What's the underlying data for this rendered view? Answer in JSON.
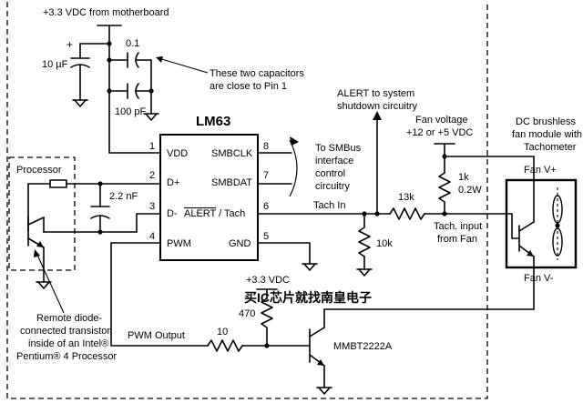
{
  "supply": {
    "motherboard_supply": "+3.3 VDC from motherboard",
    "pwm_pullup_supply": "+3.3 VDC",
    "fan_voltage": "Fan voltage",
    "fan_voltage_values": "+12 or +5 VDC"
  },
  "components": {
    "c_bulk": "10 µF",
    "c_bulk_plus": "+",
    "c_bypass_1": "0.1",
    "c_bypass_2": "100 pF",
    "c_diode": "2.2 nF",
    "r_pwm_series": "10",
    "r_pullup": "470",
    "r_tach_series": "13k",
    "r_tach_pulldown": "10k",
    "r_fan_1": "1k",
    "r_fan_2": "0.2W",
    "transistor": "MMBT2222A"
  },
  "chip": {
    "name": "LM63",
    "pins_left": [
      {
        "num": "1",
        "label": "VDD"
      },
      {
        "num": "2",
        "label": "D+"
      },
      {
        "num": "3",
        "label": "D-"
      },
      {
        "num": "4",
        "label": "PWM"
      }
    ],
    "pins_right": [
      {
        "num": "8",
        "label": "SMBCLK"
      },
      {
        "num": "7",
        "label": "SMBDAT"
      },
      {
        "num": "6",
        "label_overline": "ALERT",
        "label_rest": " / Tach"
      },
      {
        "num": "5",
        "label": "GND"
      }
    ]
  },
  "annotations": {
    "caps_note_1": "These two capacitors",
    "caps_note_2": "are close to Pin 1",
    "alert_1": "ALERT to system",
    "alert_2": "shutdown circuitry",
    "smbus_1": "To SMBus",
    "smbus_2": "interface",
    "smbus_3": "control",
    "smbus_4": "circuitry",
    "tach_in": "Tach In",
    "tach_from_1": "Tach. input",
    "tach_from_2": "from Fan",
    "pwm_output": "PWM Output",
    "processor": "Processor",
    "remote_1": "Remote diode-",
    "remote_2": "connected transistor",
    "remote_3": "inside of an Intel®",
    "remote_4": "Pentium® 4 Processor",
    "fan_title_1": "DC brushless",
    "fan_title_2": "fan module with",
    "fan_title_3": "Tachometer",
    "fan_v_plus": "Fan V+",
    "fan_v_minus": "Fan V-",
    "watermark": "买IC芯片就找南皇电子"
  },
  "colors": {
    "watermark": "#e8492a"
  }
}
